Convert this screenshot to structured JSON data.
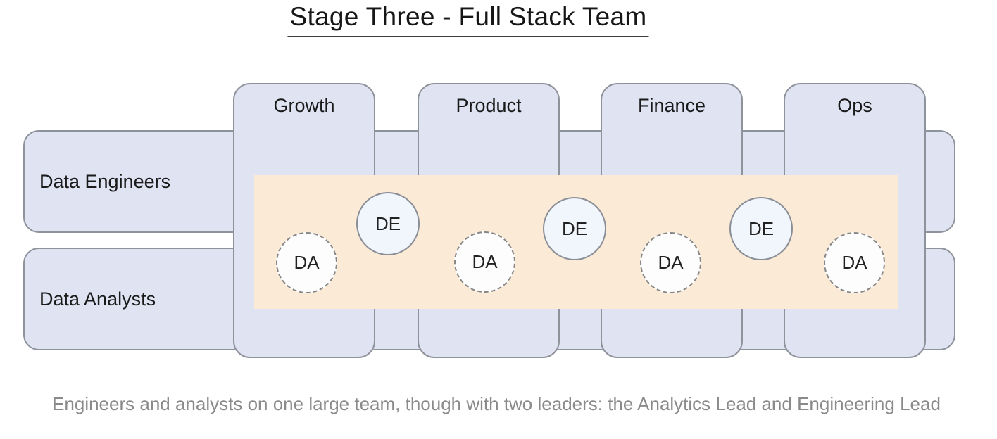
{
  "title": "Stage Three - Full Stack Team",
  "rows": [
    {
      "label": "Data Engineers"
    },
    {
      "label": "Data Analysts"
    }
  ],
  "columns": [
    {
      "label": "Growth"
    },
    {
      "label": "Product"
    },
    {
      "label": "Finance"
    },
    {
      "label": "Ops"
    }
  ],
  "members": {
    "de": [
      {
        "label": "DE"
      },
      {
        "label": "DE"
      },
      {
        "label": "DE"
      }
    ],
    "da": [
      {
        "label": "DA"
      },
      {
        "label": "DA"
      },
      {
        "label": "DA"
      },
      {
        "label": "DA"
      }
    ]
  },
  "caption": "Engineers and analysts on one large team, though with two leaders: the Analytics Lead and Engineering Lead",
  "colors": {
    "box_fill": "#dfe3f2",
    "box_border": "#8e929b",
    "highlight_fill": "#fbead5",
    "de_circle_fill": "#f1f5fc",
    "da_circle_fill": "#fdfdfd",
    "title_text": "#161616",
    "label_text": "#1a1a1a",
    "caption_text": "#8a8a8a"
  }
}
